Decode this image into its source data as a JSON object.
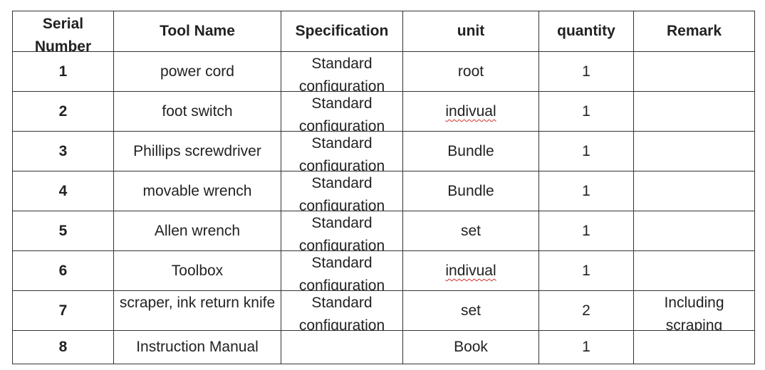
{
  "headers": [
    "Serial Number",
    "Tool Name",
    "Specification",
    "unit",
    "quantity",
    "Remark"
  ],
  "rows": [
    {
      "serial": "1",
      "tool": "power cord",
      "spec": "Standard configuration",
      "unit": "root",
      "qty": "1",
      "remark": ""
    },
    {
      "serial": "2",
      "tool": "foot switch",
      "spec": "Standard configuration",
      "unit": "indivual",
      "qty": "1",
      "remark": ""
    },
    {
      "serial": "3",
      "tool": "Phillips screwdriver",
      "spec": "Standard configuration",
      "unit": "Bundle",
      "qty": "1",
      "remark": ""
    },
    {
      "serial": "4",
      "tool": "movable wrench",
      "spec": "Standard configuration",
      "unit": "Bundle",
      "qty": "1",
      "remark": ""
    },
    {
      "serial": "5",
      "tool": "Allen wrench",
      "spec": "Standard configuration",
      "unit": "set",
      "qty": "1",
      "remark": ""
    },
    {
      "serial": "6",
      "tool": "Toolbox",
      "spec": "Standard configuration",
      "unit": "indivual",
      "qty": "1",
      "remark": ""
    },
    {
      "serial": "7",
      "tool": "scraper, ink return knife",
      "spec": "Standard configuration",
      "unit": "set",
      "qty": "2",
      "remark": "Including scraping"
    },
    {
      "serial": "8",
      "tool": "Instruction Manual",
      "spec": "",
      "unit": "Book",
      "qty": "1",
      "remark": ""
    }
  ]
}
